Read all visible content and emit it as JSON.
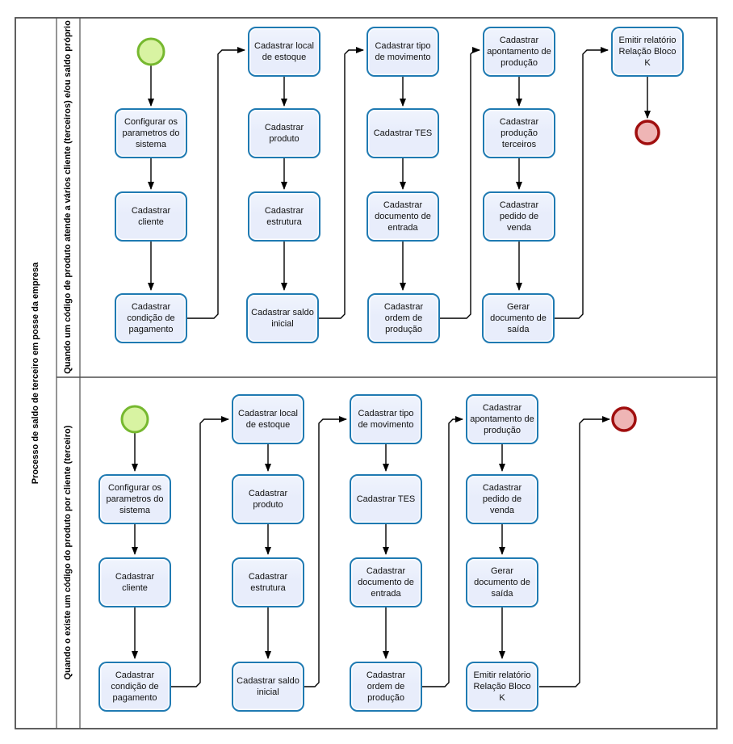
{
  "diagram": {
    "pool_label": "Processo de saldo de terceiro em posse da empresa",
    "lanes": [
      {
        "label": "Quando um código de produto atende a vários cliente (terceiros) e/ou saldo próprio",
        "start_event": "start",
        "end_event": "end",
        "tasks": [
          {
            "label": "Configurar os parametros do sistema"
          },
          {
            "label": "Cadastrar cliente"
          },
          {
            "label": "Cadastrar condição de pagamento"
          },
          {
            "label": "Cadastrar local de estoque"
          },
          {
            "label": "Cadastrar produto"
          },
          {
            "label": "Cadastrar estrutura"
          },
          {
            "label": "Cadastrar saldo inicial"
          },
          {
            "label": "Cadastrar tipo de movimento"
          },
          {
            "label": "Cadastrar TES"
          },
          {
            "label": "Cadastrar documento de entrada"
          },
          {
            "label": "Cadastrar ordem de produção"
          },
          {
            "label": "Cadastrar apontamento de produção"
          },
          {
            "label": "Cadastrar produção terceiros"
          },
          {
            "label": "Cadastrar pedido de venda"
          },
          {
            "label": "Gerar documento de saída"
          },
          {
            "label": "Emitir relatório Relação Bloco K"
          }
        ]
      },
      {
        "label": "Quando o existe um código do produto por cliente (terceiro)",
        "start_event": "start",
        "end_event": "end",
        "tasks": [
          {
            "label": "Configurar os parametros do sistema"
          },
          {
            "label": "Cadastrar cliente"
          },
          {
            "label": "Cadastrar condição de pagamento"
          },
          {
            "label": "Cadastrar local de estoque"
          },
          {
            "label": "Cadastrar produto"
          },
          {
            "label": "Cadastrar estrutura"
          },
          {
            "label": "Cadastrar saldo inicial"
          },
          {
            "label": "Cadastrar tipo de movimento"
          },
          {
            "label": "Cadastrar TES"
          },
          {
            "label": "Cadastrar documento de entrada"
          },
          {
            "label": "Cadastrar ordem de produção"
          },
          {
            "label": "Cadastrar apontamento de produção"
          },
          {
            "label": "Cadastrar pedido de venda"
          },
          {
            "label": "Gerar documento de saída"
          },
          {
            "label": "Emitir relatório Relação Bloco K"
          }
        ]
      }
    ]
  },
  "colors": {
    "task_fill": "#e8edfb",
    "task_border": "#1f7ab2",
    "start_fill": "#d8f3a2",
    "start_border": "#76b82f",
    "end_fill": "#efb5b5",
    "end_border": "#a00e0e",
    "connector": "#000000",
    "frame": "#4f4f4f"
  }
}
